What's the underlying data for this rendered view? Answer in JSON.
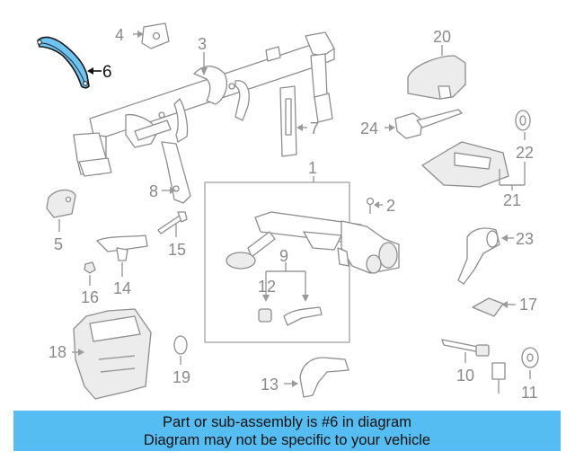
{
  "callouts": {
    "c1": "1",
    "c2": "2",
    "c3": "3",
    "c4": "4",
    "c5": "5",
    "c6": "6",
    "c7": "7",
    "c8": "8",
    "c9": "9",
    "c10": "10",
    "c11": "11",
    "c12": "12",
    "c13": "13",
    "c14": "14",
    "c15": "15",
    "c16": "16",
    "c17": "17",
    "c18": "18",
    "c19": "19",
    "c20": "20",
    "c21": "21",
    "c22": "22",
    "c23": "23",
    "c24": "24"
  },
  "highlight": {
    "part": "6",
    "color": "#6ec3f0"
  },
  "banner": {
    "line1": "Part or sub-assembly is #6 in diagram",
    "line2": "Diagram may not be specific to your vehicle",
    "color": "#55bdf2"
  }
}
